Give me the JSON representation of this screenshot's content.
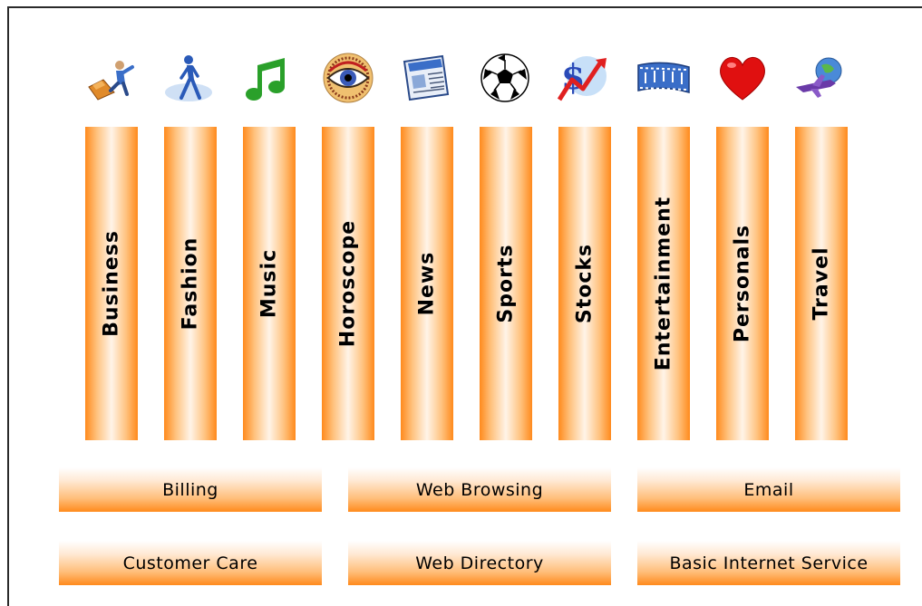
{
  "categories": [
    {
      "label": "Business",
      "icon": "business-person-icon"
    },
    {
      "label": "Fashion",
      "icon": "walking-person-icon"
    },
    {
      "label": "Music",
      "icon": "music-note-icon"
    },
    {
      "label": "Horoscope",
      "icon": "eye-icon"
    },
    {
      "label": "News",
      "icon": "newspaper-icon"
    },
    {
      "label": "Sports",
      "icon": "soccer-ball-icon"
    },
    {
      "label": "Stocks",
      "icon": "stocks-dollar-icon"
    },
    {
      "label": "Entertainment",
      "icon": "film-strip-icon"
    },
    {
      "label": "Personals",
      "icon": "heart-icon"
    },
    {
      "label": "Travel",
      "icon": "airplane-globe-icon"
    }
  ],
  "services": {
    "billing": "Billing",
    "web_browsing": "Web Browsing",
    "email": "Email",
    "customer_care": "Customer Care",
    "web_directory": "Web Directory",
    "basic_internet": "Basic Internet Service"
  },
  "colors": {
    "accent": "#ff8a1c",
    "accent_light": "#fff4e8"
  }
}
